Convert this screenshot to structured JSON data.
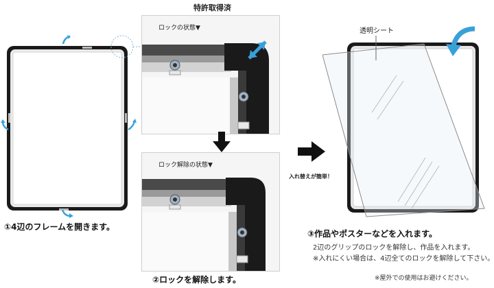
{
  "header": {
    "patent_label": "特許取得済"
  },
  "step1": {
    "caption": "①4辺のフレームを開きます。"
  },
  "step2": {
    "lock_state_label": "ロックの状態▼",
    "unlock_state_label": "ロック解除の状態▼",
    "caption": "②ロックを解除します。"
  },
  "step3": {
    "sheet_label": "透明シート",
    "easy_swap_label": "入れ替えが簡単！",
    "caption": "③作品やポスターなどを入れます。",
    "note1": "2辺のグリップのロックを解除し、作品を入れます。",
    "note2": "※入れにくい場合は、4辺全てのロックを解除して下さい。"
  },
  "footer": {
    "outdoor_note": "※屋外での使用はお避けください。"
  },
  "colors": {
    "accent_arrow": "#3aa0d8",
    "frame": "#1a1a1a"
  }
}
